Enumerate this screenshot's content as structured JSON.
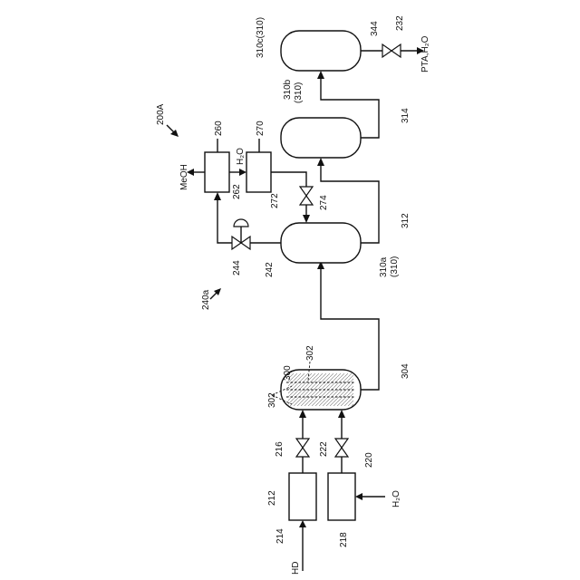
{
  "figure": {
    "ref": "200A",
    "subassembly_ref": "240a"
  },
  "components": {
    "reactor": {
      "ref": "300",
      "membrane_ref_a": "302",
      "membrane_ref_b": "302"
    },
    "tank_hd": {
      "ref": "212"
    },
    "tank_water": {
      "ref": "218"
    },
    "vessel_a": {
      "ref": "310a",
      "ref_sub": "(310)"
    },
    "vessel_b": {
      "ref": "310b",
      "ref_sub": "(310)"
    },
    "vessel_c": {
      "ref": "310c(310)"
    },
    "separator": {
      "ref": "260"
    },
    "condenser": {
      "ref": "270"
    }
  },
  "lines": {
    "hd_feed": "214",
    "water_feed": "218",
    "hd_to_reactor": "216",
    "water_to_reactor": "220",
    "reactor_out": "304",
    "a_to_b": "312",
    "b_to_c": "314",
    "c_out": "344",
    "a_vent": "242",
    "sep_to_cond": "262",
    "cond_return": "272"
  },
  "valves": {
    "hd_valve": "216",
    "water_valve": "222",
    "vent_valve": "244",
    "return_valve": "274",
    "product_valve": "232"
  },
  "streams": {
    "hd_in": "HD",
    "water_in": "H₂O",
    "methanol_out": "MeOH",
    "water_overhead": "H₂O",
    "product_out": "PTA,H₂O"
  }
}
